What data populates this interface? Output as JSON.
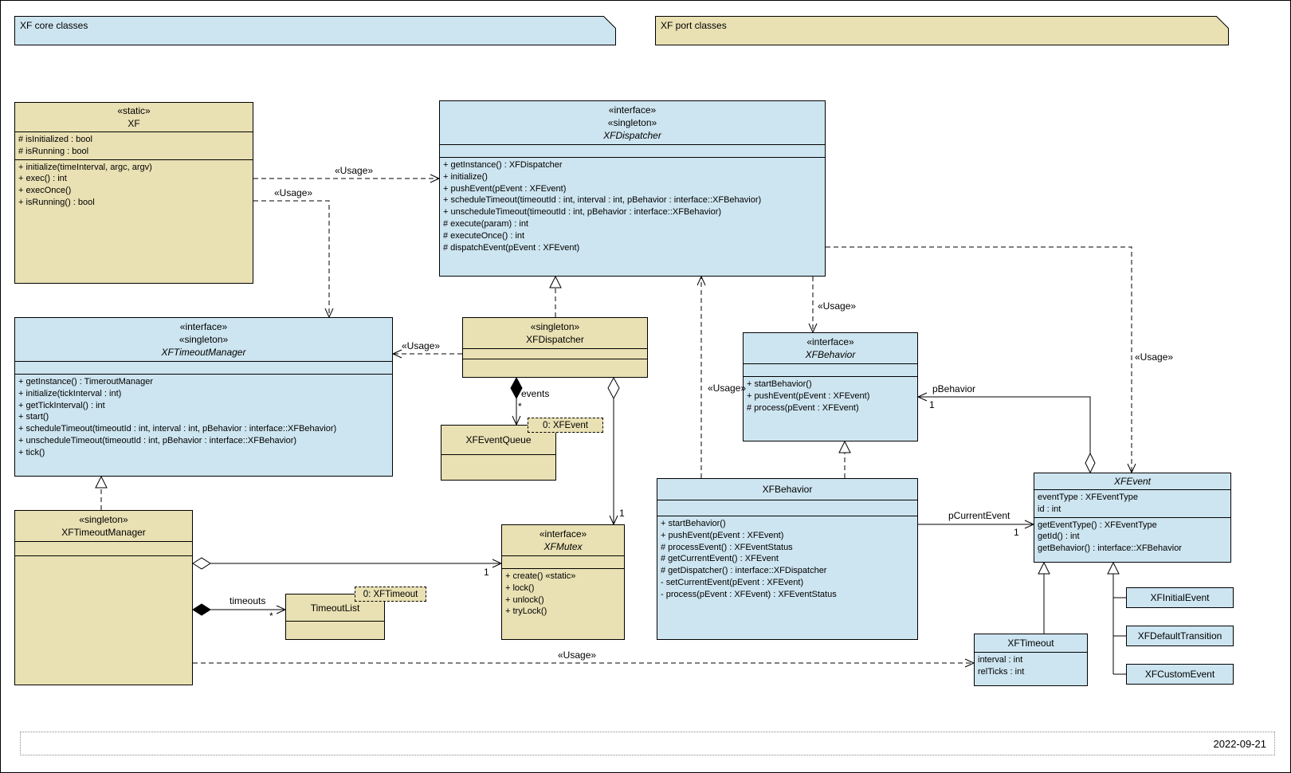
{
  "colors": {
    "class_blue": "#cde5f0",
    "class_tan": "#e9e0b3",
    "border": "#000000",
    "background": "#ffffff"
  },
  "notes": {
    "core": {
      "label": "XF core classes"
    },
    "port": {
      "label": "XF port classes"
    }
  },
  "classes": {
    "xf": {
      "stereotypes": [
        "«static»"
      ],
      "name": "XF",
      "attributes": [
        "# isInitialized : bool",
        "# isRunning : bool"
      ],
      "operations": [
        "+ initialize(timeInterval, argc, argv)",
        "+ exec() : int",
        "+ execOnce()",
        "+ isRunning() : bool"
      ]
    },
    "xfdispatcher_if": {
      "stereotypes": [
        "«interface»",
        "«singleton»"
      ],
      "name": "XFDispatcher",
      "attributes": [],
      "operations": [
        "+ getInstance() : XFDispatcher",
        "+ initialize()",
        "+ pushEvent(pEvent : XFEvent)",
        "+ scheduleTimeout(timeoutId : int, interval : int, pBehavior : interface::XFBehavior)",
        "+ unscheduleTimeout(timeoutId : int, pBehavior : interface::XFBehavior)",
        "# execute(param) : int",
        "# executeOnce() : int",
        "# dispatchEvent(pEvent : XFEvent)"
      ]
    },
    "xftimeoutmanager_if": {
      "stereotypes": [
        "«interface»",
        "«singleton»"
      ],
      "name": "XFTimeoutManager",
      "attributes": [],
      "operations": [
        "+ getInstance() : TimeroutManager",
        "+ initialize(tickInterval : int)",
        "+ getTickInterval() : int",
        "+ start()",
        "+ scheduleTimeout(timeoutId : int, interval : int, pBehavior : interface::XFBehavior)",
        "+ unscheduleTimeout(timeoutId : int, pBehavior : interface::XFBehavior)",
        "+ tick()"
      ]
    },
    "xfdispatcher_s": {
      "stereotypes": [
        "«singleton»"
      ],
      "name": "XFDispatcher",
      "attributes": [],
      "operations": []
    },
    "xfeventqueue": {
      "name": "XFEventQueue"
    },
    "xfbehavior_if": {
      "stereotypes": [
        "«interface»"
      ],
      "name": "XFBehavior",
      "attributes": [],
      "operations": [
        "+ startBehavior()",
        "+ pushEvent(pEvent : XFEvent)",
        "# process(pEvent : XFEvent)"
      ]
    },
    "xfbehavior": {
      "name": "XFBehavior",
      "attributes": [],
      "operations": [
        "+ startBehavior()",
        "+ pushEvent(pEvent : XFEvent)",
        "# processEvent() : XFEventStatus",
        "# getCurrentEvent() : XFEvent",
        "# getDispatcher() : interface::XFDispatcher",
        "- setCurrentEvent(pEvent : XFEvent)",
        "- process(pEvent : XFEvent) : XFEventStatus"
      ]
    },
    "xfevent": {
      "name": "XFEvent",
      "attributes": [
        "eventType : XFEventType",
        "id : int"
      ],
      "operations": [
        "getEventType() : XFEventType",
        "getId() : int",
        "getBehavior() : interface::XFBehavior"
      ]
    },
    "xfmutex": {
      "stereotypes": [
        "«interface»"
      ],
      "name": "XFMutex",
      "attributes": [],
      "operations": [
        "+ create() «static»",
        "+ lock()",
        "+ unlock()",
        "+ tryLock()"
      ]
    },
    "xftimeoutmanager_s": {
      "stereotypes": [
        "«singleton»"
      ],
      "name": "XFTimeoutManager",
      "attributes": [],
      "operations": []
    },
    "timeoutlist": {
      "name": "TimeoutList"
    },
    "xftimeout": {
      "name": "XFTimeout",
      "attributes": [
        "interval : int",
        "relTicks : int"
      ]
    },
    "xfinitialevent": {
      "name": "XFInitialEvent"
    },
    "xfdefaulttransition": {
      "name": "XFDefaultTransition"
    },
    "xfcustomevent": {
      "name": "XFCustomEvent"
    }
  },
  "objects": {
    "event_chip": {
      "label": "0: XFEvent"
    },
    "timeout_chip": {
      "label": "0: XFTimeout"
    }
  },
  "edge_labels": {
    "usage": "«Usage»",
    "events": "events",
    "events_mult": "*",
    "timeouts": "timeouts",
    "timeouts_mult": "*",
    "mutex_mult_top": "1",
    "mutex_mult_left": "1",
    "pbehavior": "pBehavior",
    "pbehavior_mult": "1",
    "pcurrentevent": "pCurrentEvent",
    "pcurrentevent_mult": "1"
  },
  "footer": {
    "date": "2022-09-21"
  }
}
